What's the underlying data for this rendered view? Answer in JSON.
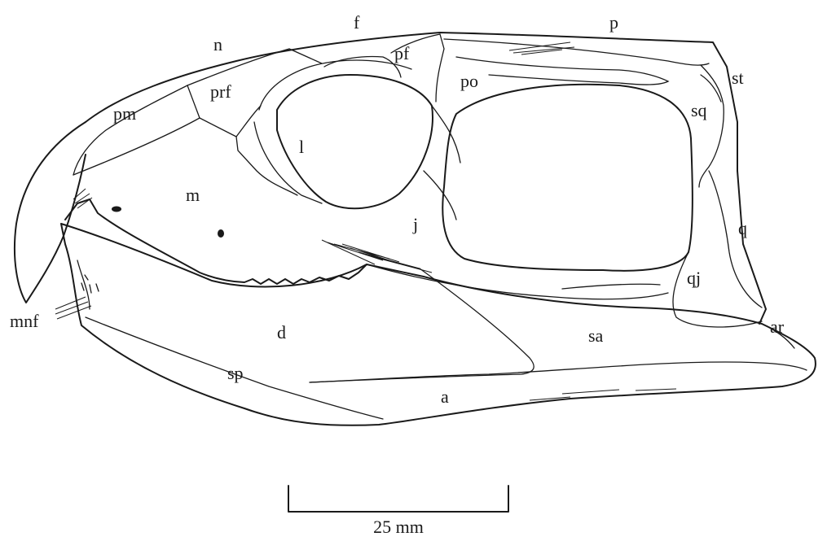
{
  "labels": {
    "n": "n",
    "f": "f",
    "p": "p",
    "pf": "pf",
    "po": "po",
    "st": "st",
    "prf": "prf",
    "pm": "pm",
    "sq": "sq",
    "l": "l",
    "m": "m",
    "j": "j",
    "q": "q",
    "qj": "qj",
    "mnf": "mnf",
    "d": "d",
    "sa": "sa",
    "ar": "ar",
    "sp": "sp",
    "a": "a"
  },
  "scale_bar": {
    "label": "25 mm"
  },
  "colors": {
    "ink": "#1a1a1a",
    "paper": "#ffffff"
  }
}
